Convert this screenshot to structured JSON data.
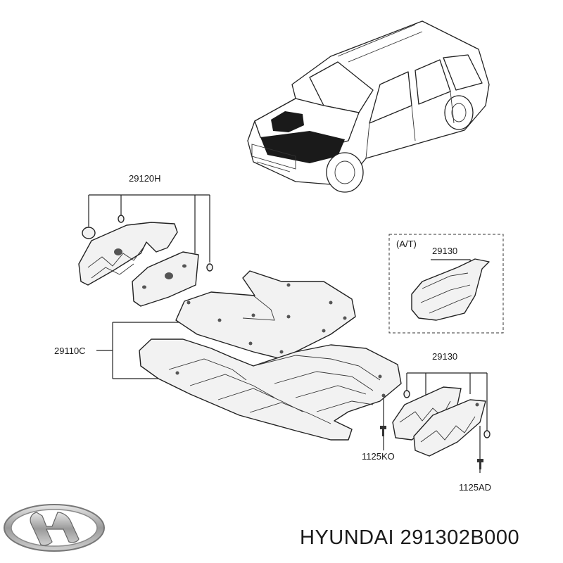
{
  "labels": {
    "bracket_top": "29120H",
    "at_note": "(A/T)",
    "at_part": "29130",
    "main_cover": "29110C",
    "side_cover": "29130",
    "bolt_left": "1125KO",
    "bolt_right": "1125AD"
  },
  "footer": {
    "brand_part": "HYUNDAI 291302B000"
  },
  "icons": {
    "logo": "hyundai-logo-icon"
  }
}
